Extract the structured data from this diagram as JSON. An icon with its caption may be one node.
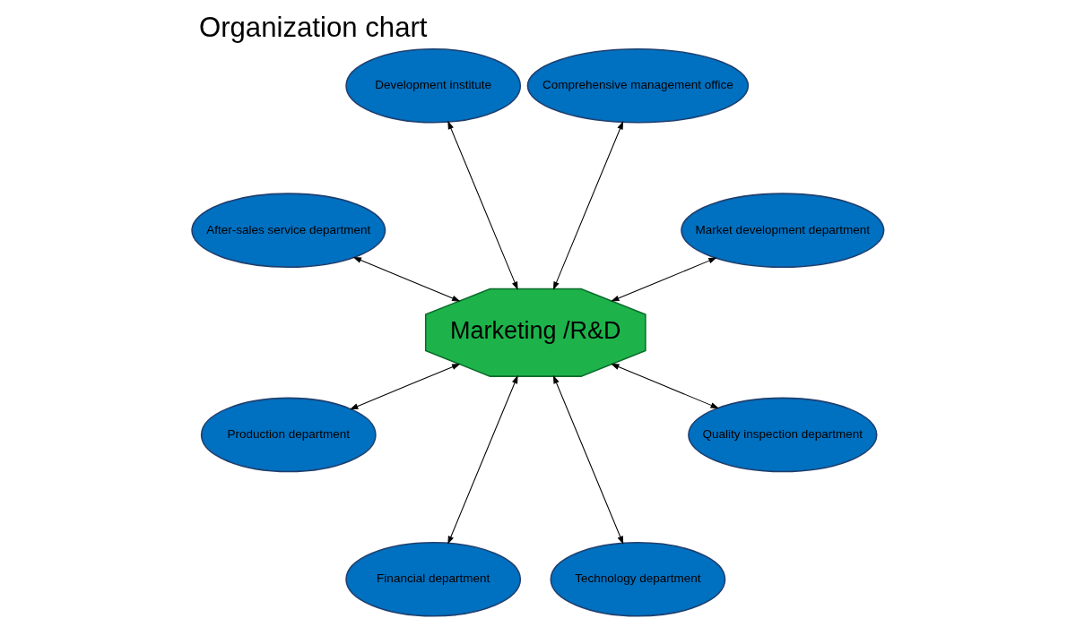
{
  "diagram": {
    "title": "Organization chart",
    "nodes": [
      {
        "text": [
          "Market development department"
        ]
      },
      {
        "text": [
          "Comprehensive management office"
        ]
      },
      {
        "text": [
          "Development institute"
        ]
      },
      {
        "text": [
          "After-sales service department"
        ]
      },
      {
        "text": [
          "Marketing /R&D"
        ]
      },
      {
        "text": [
          "Production department"
        ]
      },
      {
        "text": [
          "Financial department"
        ]
      },
      {
        "text": [
          "Technology department"
        ]
      },
      {
        "text": [
          "Quality inspection department"
        ]
      }
    ],
    "edges": [
      {
        "from": 4,
        "to": 0,
        "arrow": "both"
      },
      {
        "from": 4,
        "to": 1,
        "arrow": "both"
      },
      {
        "from": 4,
        "to": 2,
        "arrow": "both"
      },
      {
        "from": 4,
        "to": 3,
        "arrow": "both"
      },
      {
        "from": 4,
        "to": 5,
        "arrow": "both"
      },
      {
        "from": 4,
        "to": 6,
        "arrow": "both"
      },
      {
        "from": 4,
        "to": 7,
        "arrow": "both"
      },
      {
        "from": 4,
        "to": 8,
        "arrow": "both"
      }
    ]
  }
}
